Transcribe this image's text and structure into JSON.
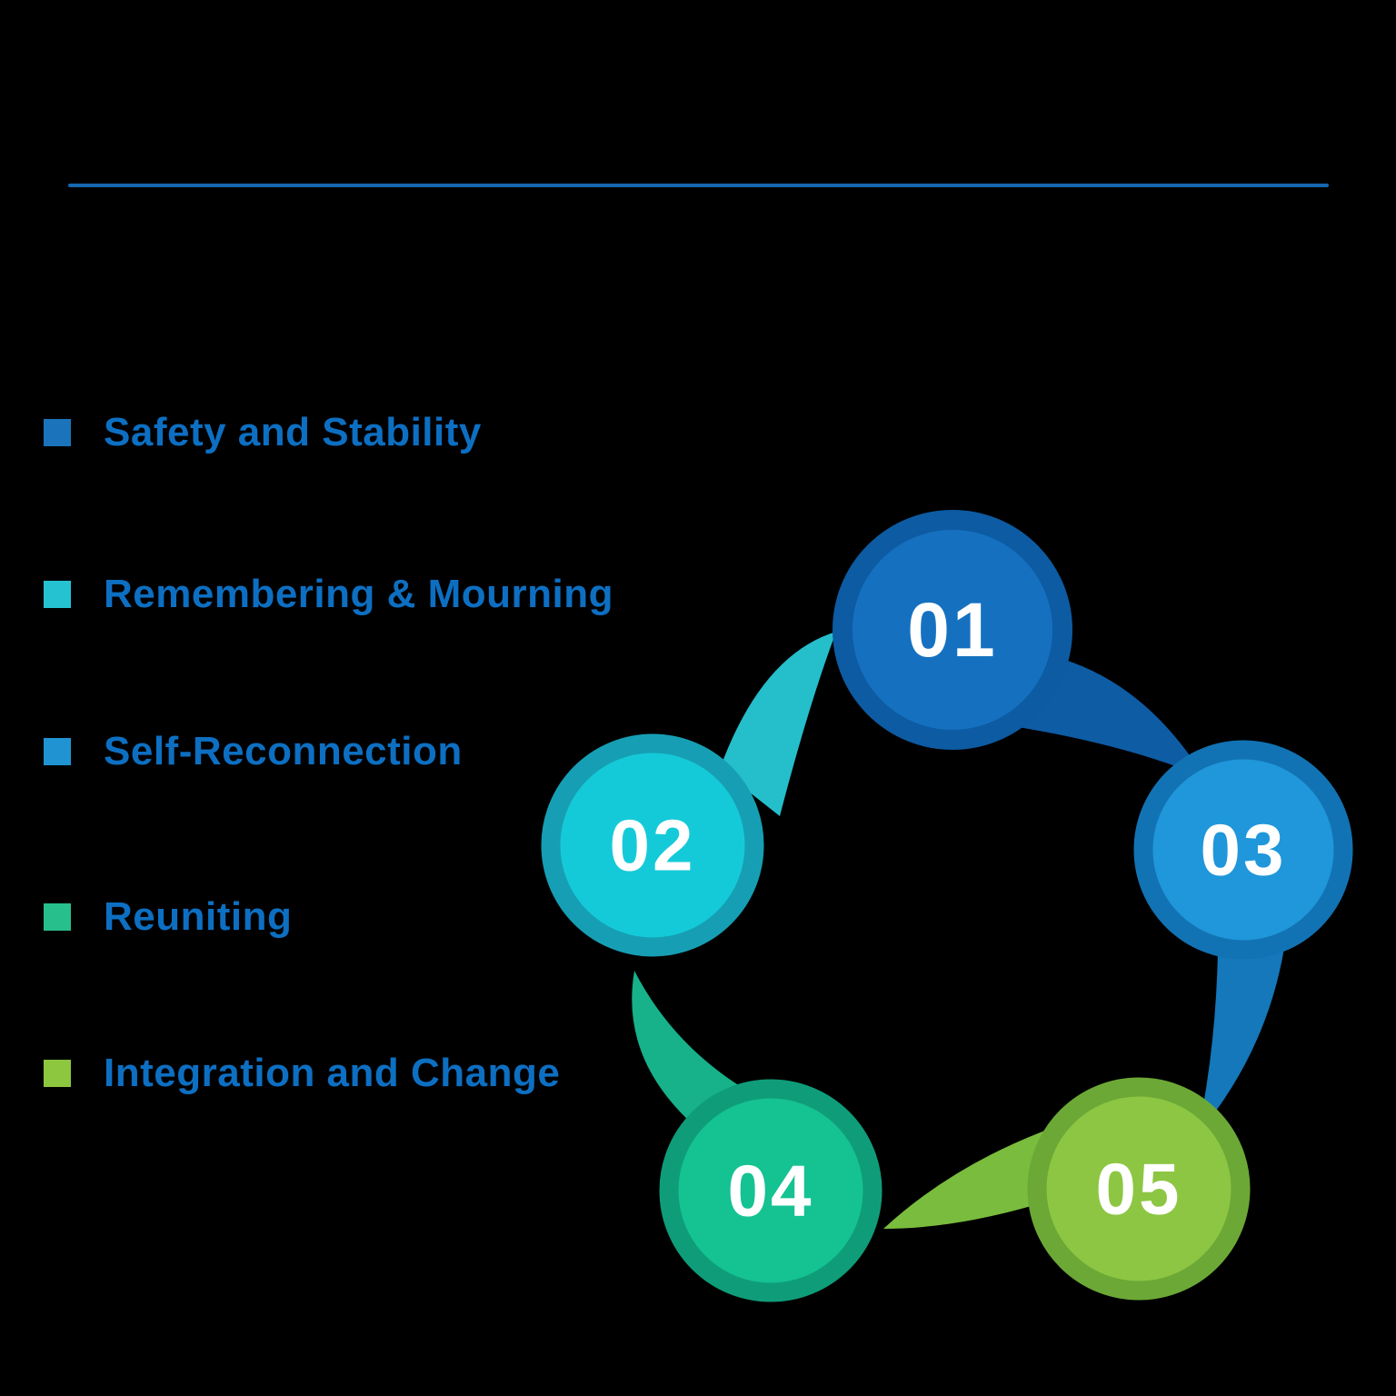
{
  "slide": {
    "background": "#000000",
    "divider_color": "#1667b0"
  },
  "legend": {
    "text_color": "#0d6fc2",
    "items": [
      {
        "label": "Safety and Stability",
        "bullet_color": "#1b74bb"
      },
      {
        "label": "Remembering & Mourning",
        "bullet_color": "#25c3d2"
      },
      {
        "label": "Self-Reconnection",
        "bullet_color": "#2094d2"
      },
      {
        "label": "Reuniting",
        "bullet_color": "#27bf8c"
      },
      {
        "label": "Integration and Change",
        "bullet_color": "#8dc63f"
      }
    ]
  },
  "diagram": {
    "number_color": "#ffffff",
    "steps": [
      {
        "number": "01",
        "fill": "#1571c0",
        "ring": "#0d5ba2",
        "tail": "#0e5ca4"
      },
      {
        "number": "02",
        "fill": "#15cad8",
        "ring": "#169fb4",
        "tail": "#25becb"
      },
      {
        "number": "03",
        "fill": "#1f97da",
        "ring": "#1273b4",
        "tail": "#1478ba"
      },
      {
        "number": "04",
        "fill": "#15c292",
        "ring": "#0f9d79",
        "tail": "#17b18a"
      },
      {
        "number": "05",
        "fill": "#8dc643",
        "ring": "#6ca836",
        "tail": "#7abc3d"
      }
    ]
  }
}
